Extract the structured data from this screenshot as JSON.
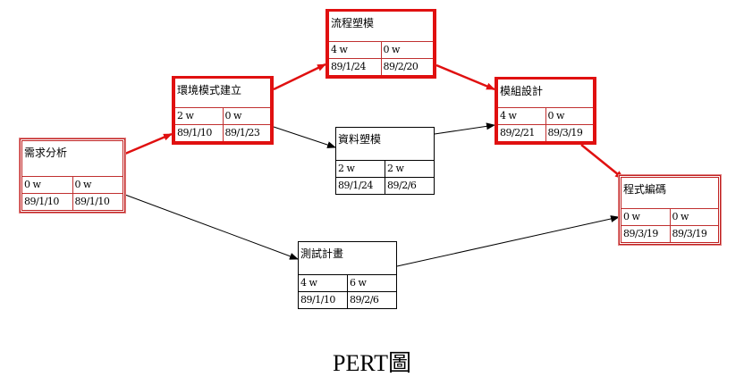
{
  "caption": "PERT圖",
  "colors": {
    "critical": "#e01010",
    "normal": "#000000"
  },
  "nodes": [
    {
      "id": "n0",
      "name": "需求分析",
      "duration": "0 w",
      "slack": "0 w",
      "start": "89/1/10",
      "end": "89/1/10",
      "style": "dbl"
    },
    {
      "id": "n1",
      "name": "環境模式建立",
      "duration": "2 w",
      "slack": "0 w",
      "start": "89/1/10",
      "end": "89/1/23",
      "style": "crit"
    },
    {
      "id": "n2",
      "name": "流程塑模",
      "duration": "4 w",
      "slack": "0 w",
      "start": "89/1/24",
      "end": "89/2/20",
      "style": "crit"
    },
    {
      "id": "n3",
      "name": "資料塑模",
      "duration": "2 w",
      "slack": "2 w",
      "start": "89/1/24",
      "end": "89/2/6",
      "style": "plain"
    },
    {
      "id": "n4",
      "name": "模組設計",
      "duration": "4 w",
      "slack": "0 w",
      "start": "89/2/21",
      "end": "89/3/19",
      "style": "crit"
    },
    {
      "id": "n5",
      "name": "程式編碼",
      "duration": "0 w",
      "slack": "0 w",
      "start": "89/3/19",
      "end": "89/3/19",
      "style": "dbl"
    },
    {
      "id": "n6",
      "name": "測試計畫",
      "duration": "4 w",
      "slack": "6 w",
      "start": "89/1/10",
      "end": "89/2/6",
      "style": "plain"
    }
  ],
  "edges": [
    {
      "from": "需求分析",
      "to": "環境模式建立",
      "critical": true
    },
    {
      "from": "環境模式建立",
      "to": "流程塑模",
      "critical": true
    },
    {
      "from": "流程塑模",
      "to": "模組設計",
      "critical": true
    },
    {
      "from": "環境模式建立",
      "to": "資料塑模",
      "critical": false
    },
    {
      "from": "資料塑模",
      "to": "模組設計",
      "critical": false
    },
    {
      "from": "模組設計",
      "to": "程式編碼",
      "critical": true
    },
    {
      "from": "需求分析",
      "to": "測試計畫",
      "critical": false
    },
    {
      "from": "測試計畫",
      "to": "程式編碼",
      "critical": false
    }
  ]
}
